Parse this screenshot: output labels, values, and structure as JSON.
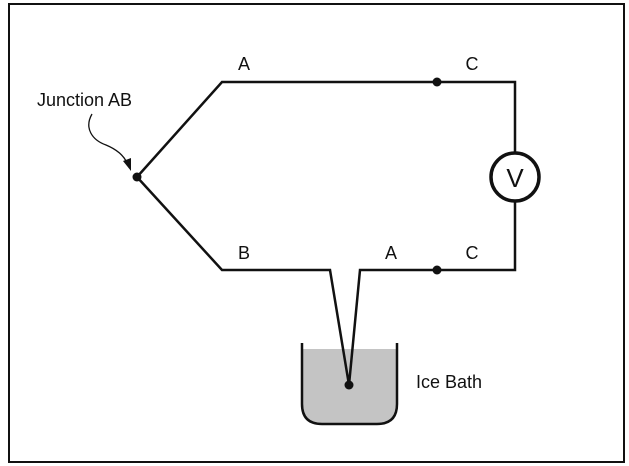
{
  "diagram": {
    "labels": {
      "junction": "Junction AB",
      "top_left_wire": "A",
      "top_right_wire": "C",
      "bottom_left_wire": "B",
      "bottom_mid_wire": "A",
      "bottom_right_wire": "C",
      "meter": "V",
      "bath": "Ice Bath"
    },
    "colors": {
      "line": "#111111",
      "bath_liquid": "#c4c4c4",
      "frame": "#111111",
      "background": "#ffffff"
    }
  }
}
